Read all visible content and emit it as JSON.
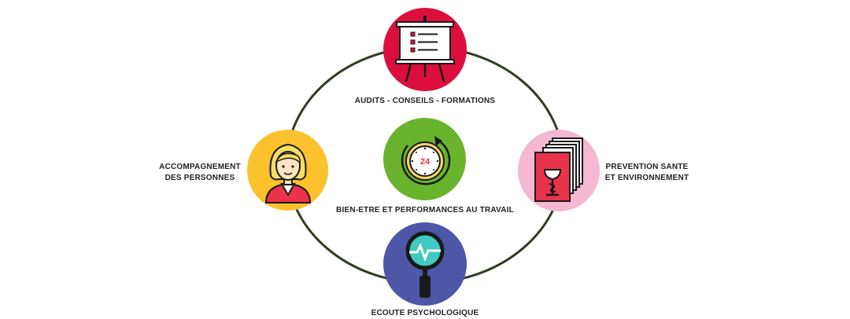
{
  "nodes": {
    "top": {
      "label": "AUDITS - CONSEILS - FORMATIONS",
      "color": "#dc0f3c",
      "icon": "presentation-board-icon"
    },
    "center": {
      "label": "BIEN-ETRE ET PERFORMANCES AU TRAVAIL",
      "color": "#6ab42d",
      "icon": "clock-24-icon",
      "clock_text": "24"
    },
    "left": {
      "label_line1": "ACCOMPAGNEMENT",
      "label_line2": "DES PERSONNES",
      "color": "#fcc22d",
      "icon": "person-icon"
    },
    "right": {
      "label_line1": "PREVENTION SANTE",
      "label_line2": "ET ENVIRONNEMENT",
      "color": "#f4b8d2",
      "icon": "medical-documents-icon"
    },
    "bottom": {
      "label": "ECOUTE PSYCHOLOGIQUE",
      "color": "#4c57a8",
      "icon": "magnifier-heartbeat-icon"
    }
  },
  "ring_color": "#2f3d20"
}
